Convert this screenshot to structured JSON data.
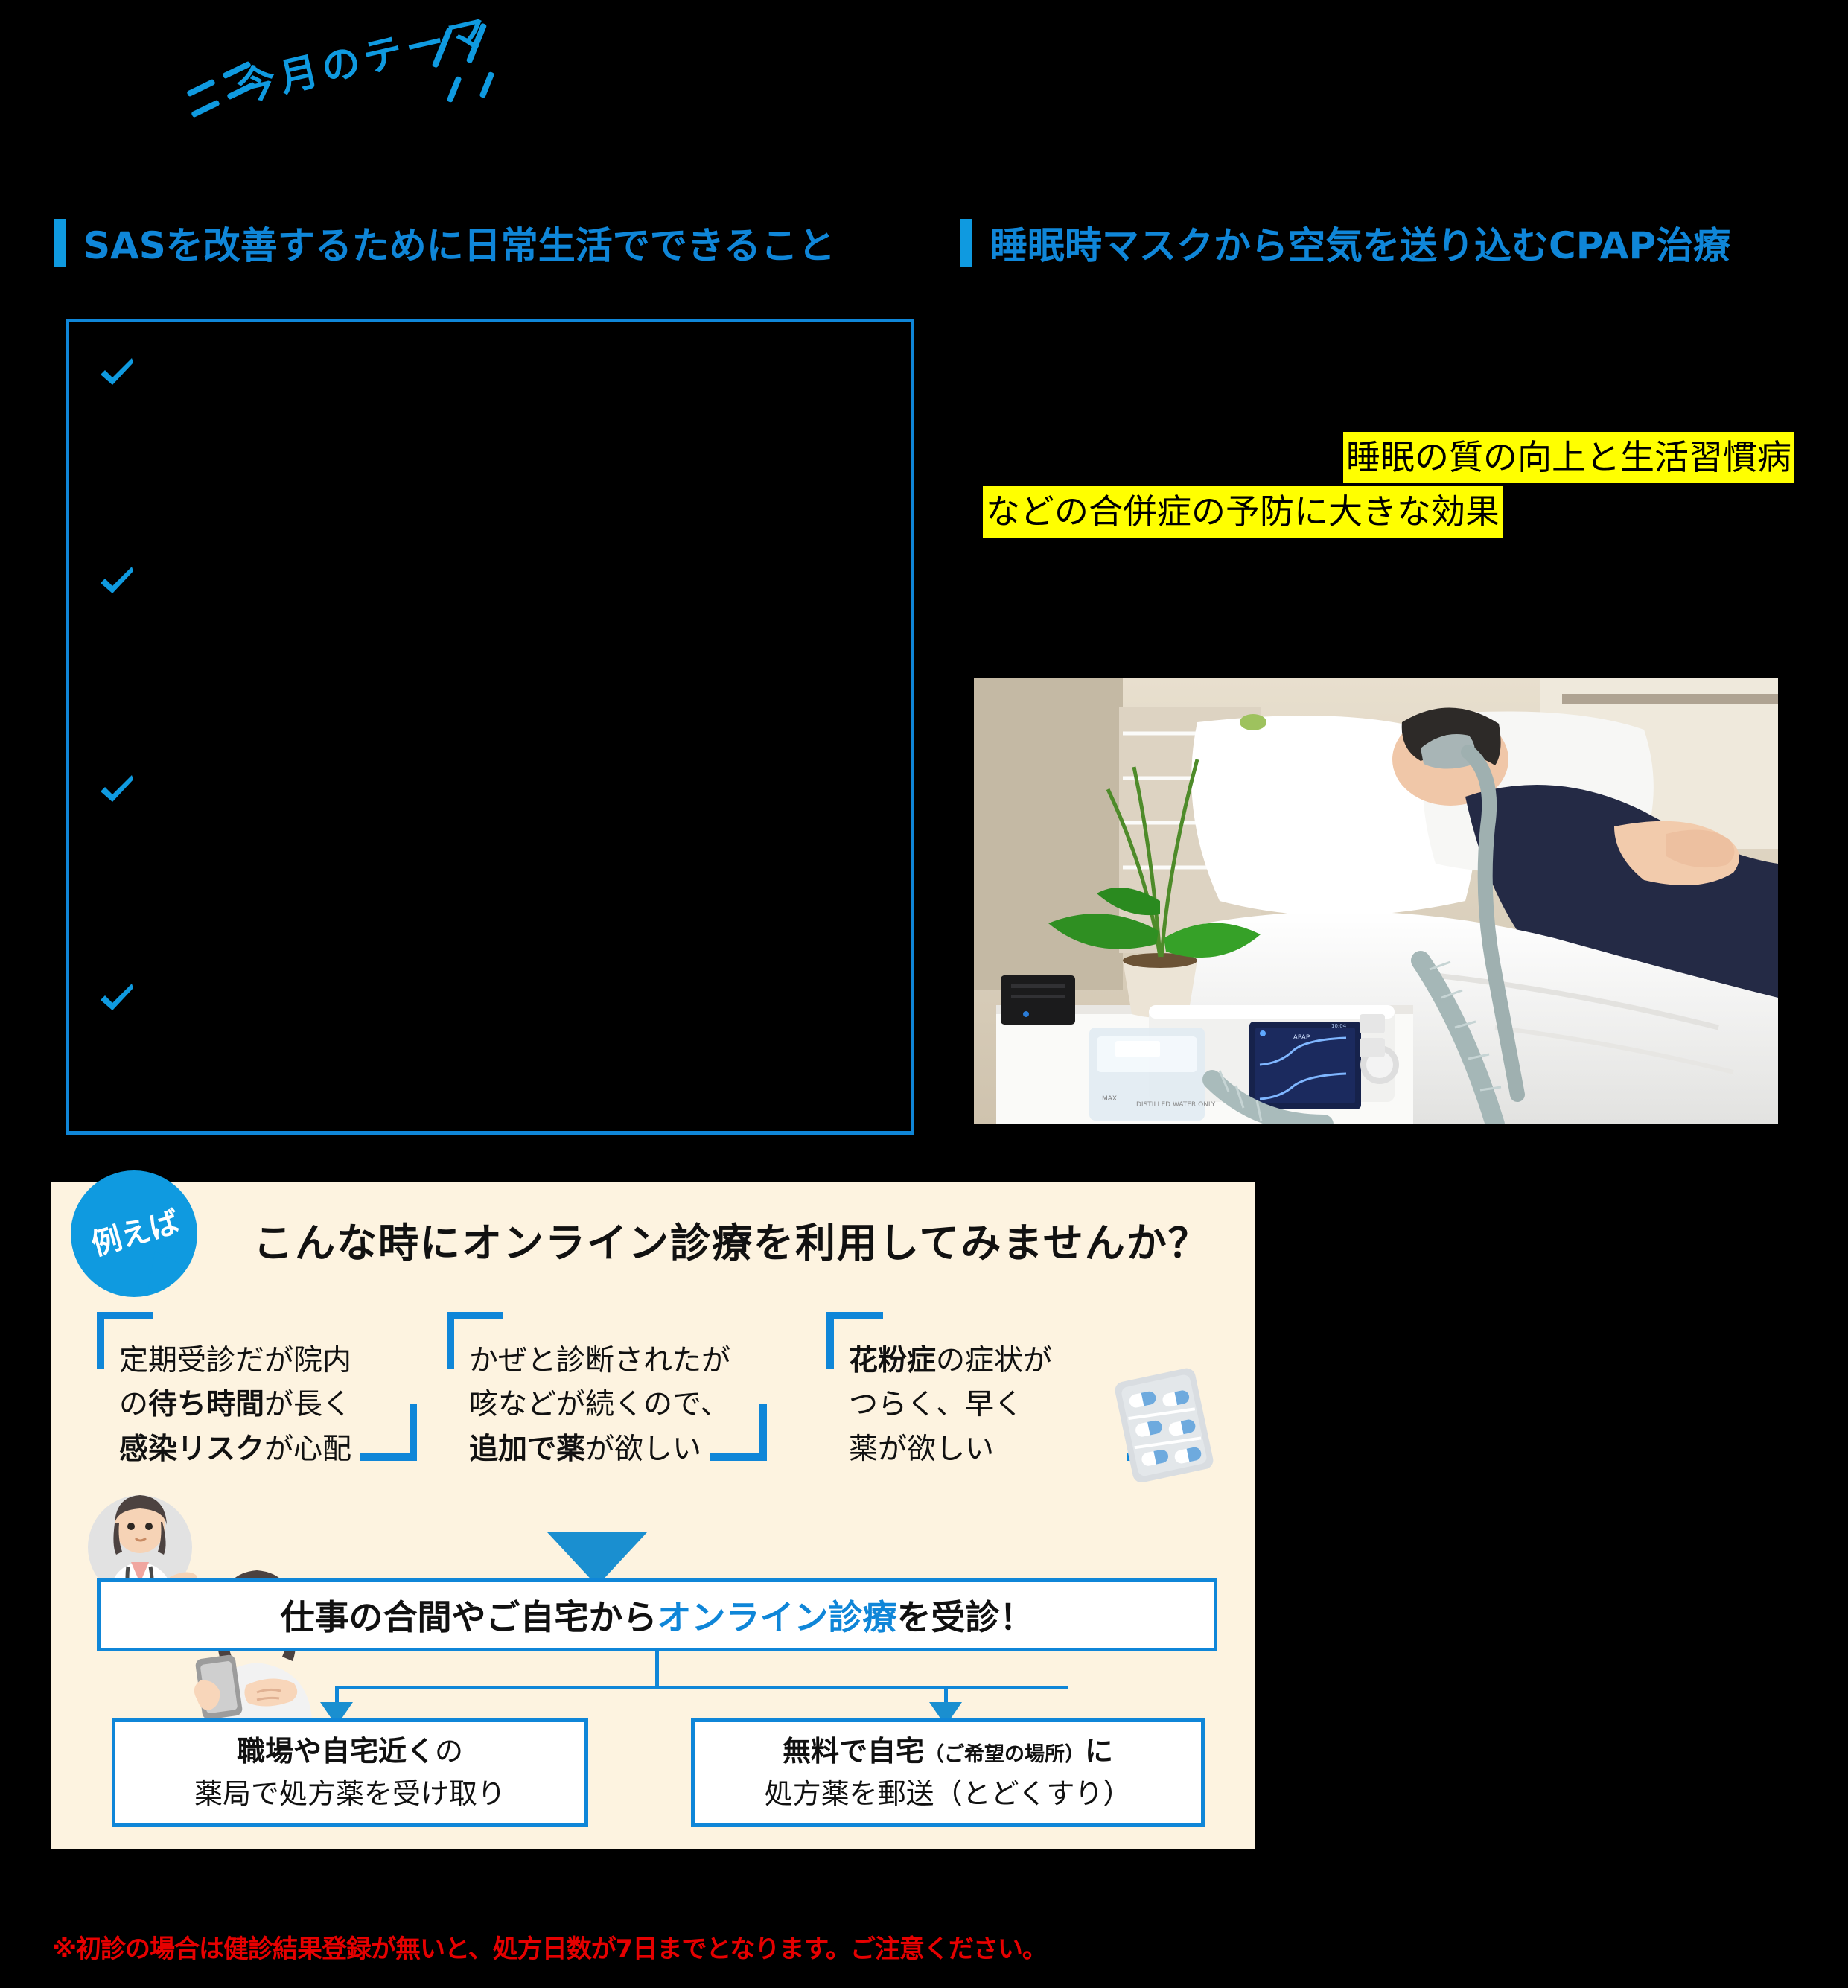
{
  "ribbon": {
    "label": "今月のテーマ"
  },
  "sections": {
    "left": {
      "title": "SASを改善するために日常生活でできること"
    },
    "right": {
      "title": "睡眠時マスクから空気を送り込むCPAP治療"
    }
  },
  "checklist": {
    "items": [
      {
        "icon": "check-icon",
        "text": ""
      },
      {
        "icon": "check-icon",
        "text": ""
      },
      {
        "icon": "check-icon",
        "text": ""
      },
      {
        "icon": "check-icon",
        "text": ""
      }
    ]
  },
  "cpap": {
    "highlight_line_1": "睡眠の質の向上と生活習慣病",
    "highlight_line_2": "などの合併症の予防に大きな効果",
    "highlight_color": "#ffff00",
    "photo_alt": "cpap-therapy-photo"
  },
  "panel": {
    "bubble_label": "例えば",
    "heading": "こんな時にオンライン診療を利用してみませんか？",
    "background_color": "#fdf3e0",
    "reasons": [
      {
        "name": "reason-regular-checkup",
        "lines": [
          [
            {
              "t": "定期受診だが院内",
              "b": false
            }
          ],
          [
            {
              "t": "の",
              "b": false
            },
            {
              "t": "待ち時間",
              "b": true
            },
            {
              "t": "が長く",
              "b": false
            }
          ],
          [
            {
              "t": "感染リスク",
              "b": true
            },
            {
              "t": "が心配",
              "b": false
            }
          ]
        ]
      },
      {
        "name": "reason-cold-followup",
        "lines": [
          [
            {
              "t": "かぜと診断されたが",
              "b": false
            }
          ],
          [
            {
              "t": "咳などが続くので、",
              "b": false
            }
          ],
          [
            {
              "t": "追加で薬",
              "b": true
            },
            {
              "t": "が欲しい",
              "b": false
            }
          ]
        ]
      },
      {
        "name": "reason-hay-fever",
        "lines": [
          [
            {
              "t": "花粉症",
              "b": true
            },
            {
              "t": "の症状が",
              "b": false
            }
          ],
          [
            {
              "t": "つらく、早く",
              "b": false
            }
          ],
          [
            {
              "t": "薬が欲しい",
              "b": false
            }
          ]
        ]
      }
    ],
    "consult_bar": {
      "prefix": "仕事の合間やご自宅から",
      "emphasis": "オンライン診療",
      "suffix": "を受診！",
      "emphasis_color": "#0f86d8"
    },
    "outcomes": [
      {
        "name": "outcome-pharmacy-pickup",
        "line1_bold": "職場や自宅近く",
        "line1_rest": "の",
        "line2": "薬局で処方薬を受け取り"
      },
      {
        "name": "outcome-home-delivery",
        "line1_bold": "無料で自宅",
        "line1_small": "（ご希望の場所）",
        "line1_bold2": "に",
        "line2": "処方薬を郵送（とどくすり）"
      }
    ]
  },
  "footnote": {
    "text": "※初診の場合は健診結果登録が無いと、処方日数が7日までとなります。ご注意ください。",
    "color": "#e60000"
  },
  "theme": {
    "accent_blue": "#0f86d8",
    "bright_blue": "#0f9ae0",
    "panel_cream": "#fdf3e0",
    "background": "#000000",
    "highlight_yellow": "#ffff00",
    "warning_red": "#e60000"
  }
}
